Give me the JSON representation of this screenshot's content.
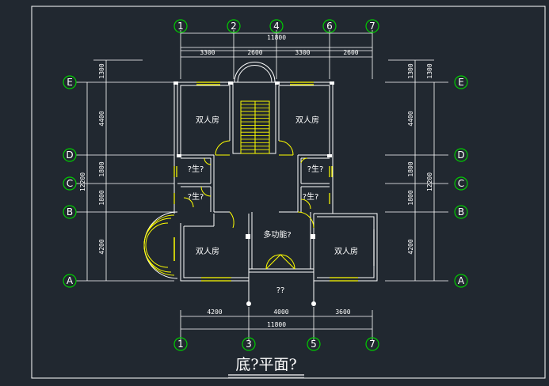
{
  "colors": {
    "background": "#212830",
    "frame": "#ffffff",
    "wall": "#ffffff",
    "axis": "#00cc00",
    "window": "#ffff00",
    "door": "#ffff00"
  },
  "title": "底?平面?",
  "grid_top": [
    "1",
    "2",
    "4",
    "6",
    "7"
  ],
  "grid_bottom": [
    "1",
    "3",
    "5",
    "7"
  ],
  "grid_rows": [
    "E",
    "D",
    "C",
    "B",
    "A"
  ],
  "dims_top": {
    "total": "11800",
    "segments": [
      "3300",
      "2600",
      "3300",
      "2600"
    ]
  },
  "dims_bottom": {
    "total": "11800",
    "segments": [
      "4200",
      "4000",
      "3600"
    ]
  },
  "dims_side": {
    "total": "12200",
    "segments": [
      "1300",
      "4400",
      "1800",
      "1800",
      "4200"
    ]
  },
  "rooms": {
    "bedroom_nw": "双人房",
    "bedroom_ne": "双人房",
    "wc_w1": "?生?",
    "wc_e1": "?生?",
    "wc_w2": "?生?",
    "wc_e2": "?生?",
    "hall": "多功能?",
    "bedroom_sw": "双人房",
    "bedroom_se": "双人房",
    "entrance": "??"
  }
}
